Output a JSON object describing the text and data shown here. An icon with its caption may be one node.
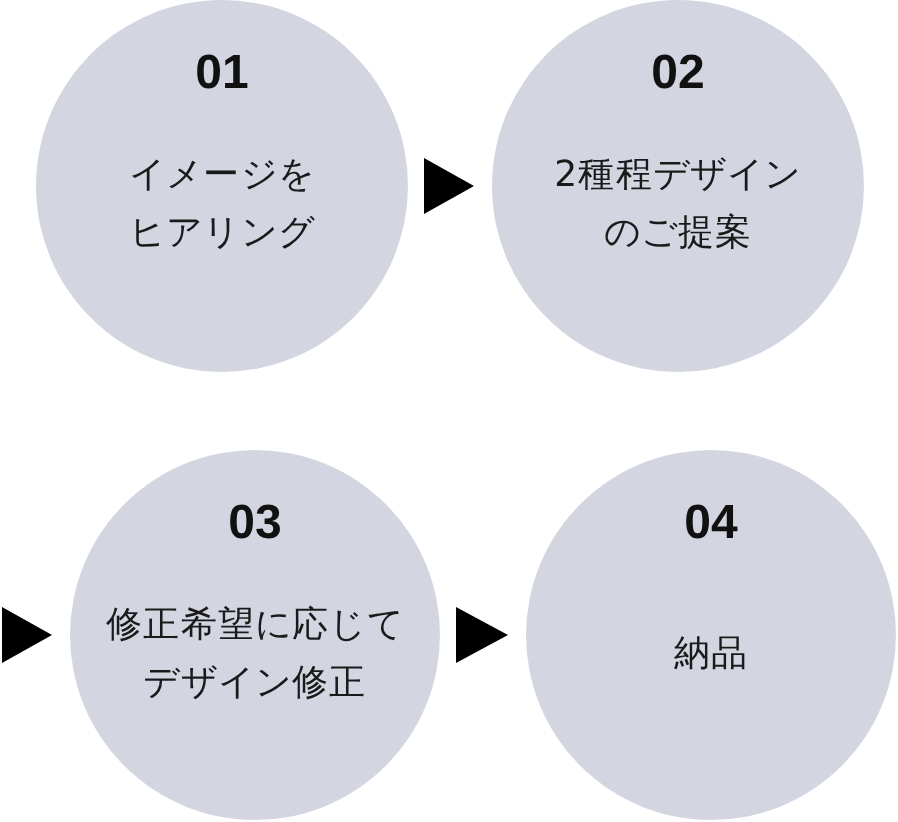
{
  "diagram": {
    "nodes": [
      {
        "text": [
          "01",
          "イメージをヒアリング"
        ]
      },
      {
        "text": [
          "02",
          "2種程デザインのご提案"
        ]
      },
      {
        "text": [
          "03",
          "修正希望に応じてデザイン修正"
        ]
      },
      {
        "text": [
          "04",
          "納品"
        ]
      }
    ],
    "edges": [
      {
        "from": 0,
        "to": 1,
        "arrow": "to"
      },
      {
        "from": null,
        "to": 2,
        "arrow": "to"
      },
      {
        "from": 2,
        "to": 3,
        "arrow": "to"
      }
    ]
  }
}
